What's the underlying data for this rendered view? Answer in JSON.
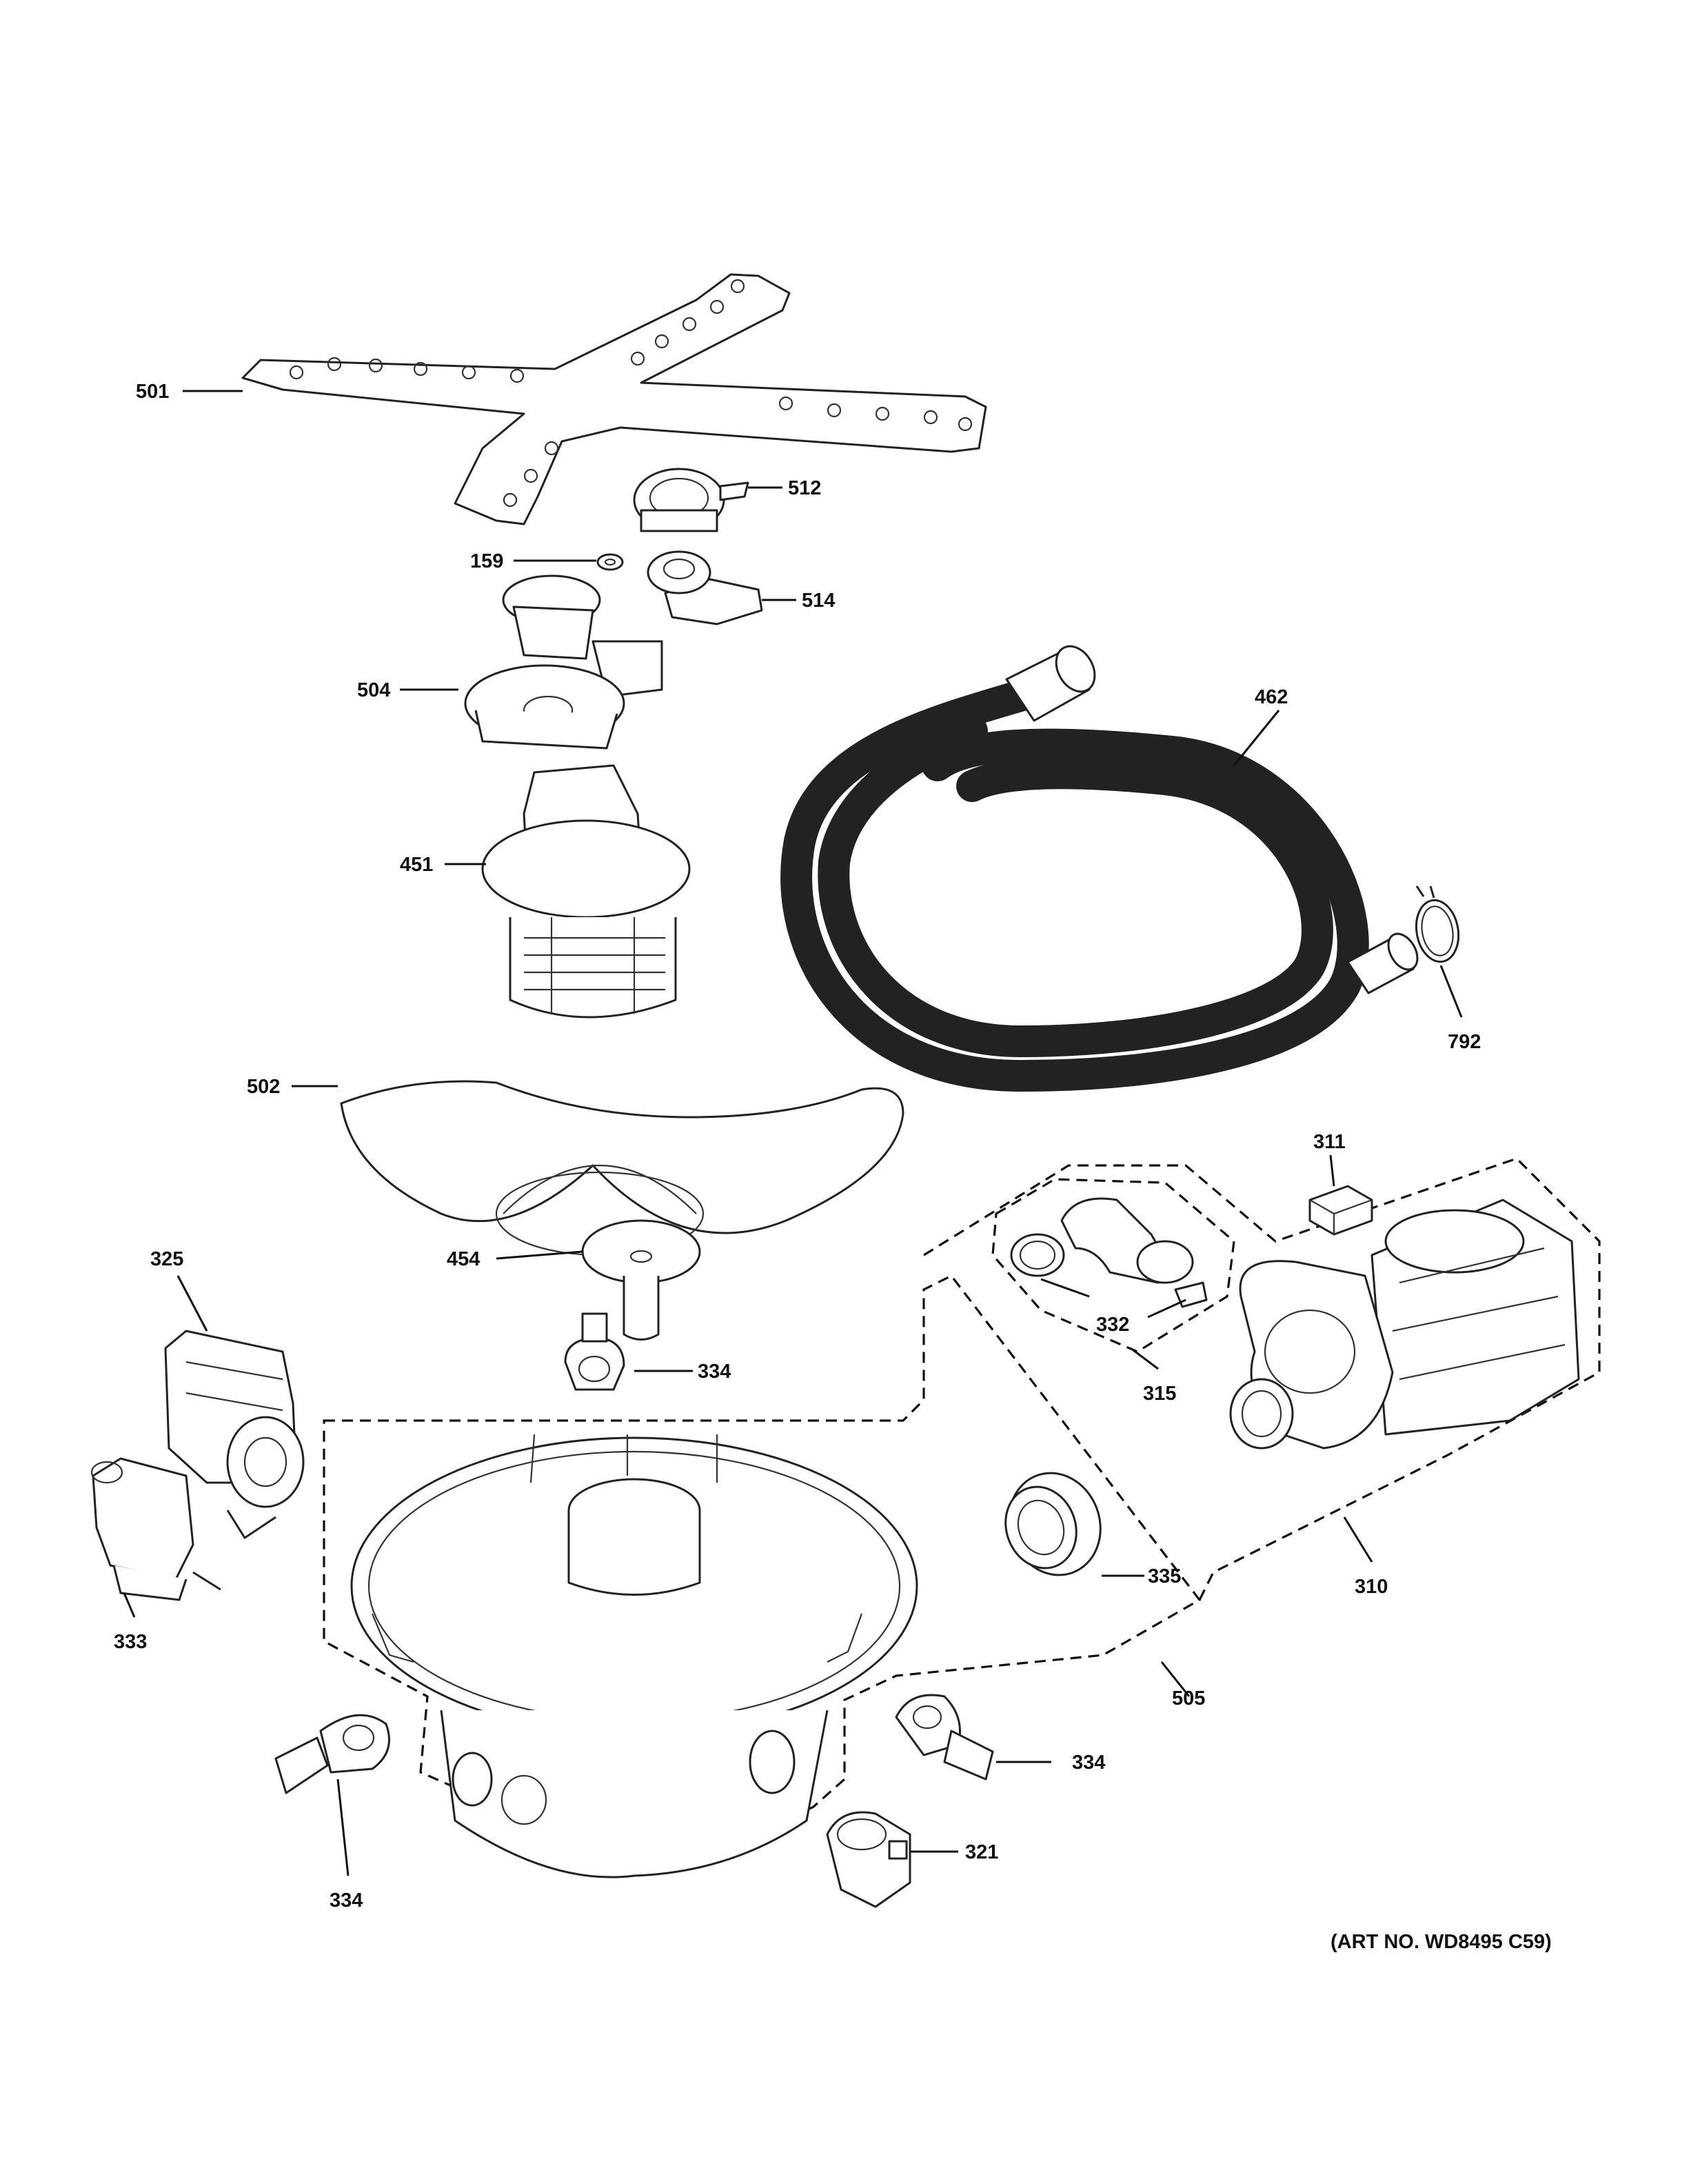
{
  "art_number": "(ART NO. WD8495 C59)",
  "callouts": {
    "c501": "501",
    "c512": "512",
    "c159": "159",
    "c514": "514",
    "c504": "504",
    "c462": "462",
    "c451": "451",
    "c792": "792",
    "c502": "502",
    "c311": "311",
    "c454": "454",
    "c325": "325",
    "c332": "332",
    "c334a": "334",
    "c315": "315",
    "c335": "335",
    "c310": "310",
    "c333": "333",
    "c505": "505",
    "c334b": "334",
    "c334c": "334",
    "c321": "321"
  },
  "parts": [
    {
      "callout": "501",
      "icon": "spray-arm-icon"
    },
    {
      "callout": "512",
      "icon": "bearing-ring-icon"
    },
    {
      "callout": "159",
      "icon": "washer-icon"
    },
    {
      "callout": "514",
      "icon": "manifold-seal-icon"
    },
    {
      "callout": "504",
      "icon": "diverter-icon"
    },
    {
      "callout": "451",
      "icon": "filter-icon"
    },
    {
      "callout": "462",
      "icon": "drain-hose-icon"
    },
    {
      "callout": "792",
      "icon": "hose-clamp-icon"
    },
    {
      "callout": "502",
      "icon": "filter-plate-icon"
    },
    {
      "callout": "454",
      "icon": "spray-nozzle-icon"
    },
    {
      "callout": "334",
      "icon": "clip-icon"
    },
    {
      "callout": "325",
      "icon": "drain-pump-icon"
    },
    {
      "callout": "333",
      "icon": "pump-motor-icon"
    },
    {
      "callout": "311",
      "icon": "pad-icon"
    },
    {
      "callout": "332",
      "icon": "clamp-icon"
    },
    {
      "callout": "315",
      "icon": "elbow-hose-icon"
    },
    {
      "callout": "310",
      "icon": "circulation-pump-icon"
    },
    {
      "callout": "335",
      "icon": "seal-icon"
    },
    {
      "callout": "505",
      "icon": "sump-assembly-icon"
    },
    {
      "callout": "321",
      "icon": "sensor-icon"
    }
  ]
}
